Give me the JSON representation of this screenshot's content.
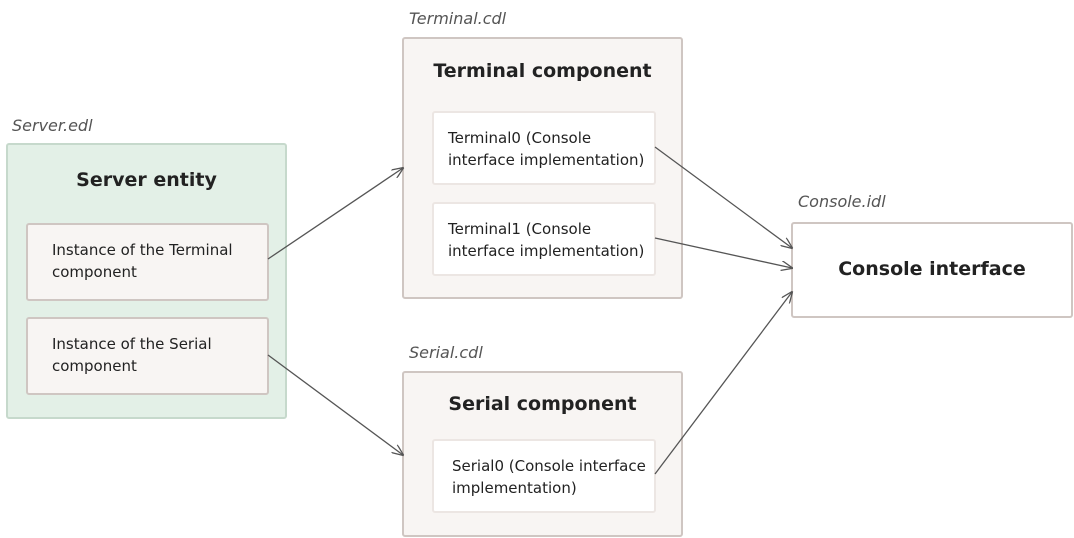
{
  "files": {
    "server": "Server.edl",
    "terminal": "Terminal.cdl",
    "serial": "Serial.cdl",
    "console": "Console.idl"
  },
  "server_entity": {
    "title": "Server entity",
    "instances": [
      "Instance of the Terminal component",
      "Instance of the Serial component"
    ]
  },
  "terminal_component": {
    "title": "Terminal component",
    "implementations": [
      "Terminal0 (Console interface implementation)",
      "Terminal1 (Console interface implementation)"
    ]
  },
  "serial_component": {
    "title": "Serial component",
    "implementations": [
      "Serial0 (Console interface implementation)"
    ]
  },
  "console_interface": {
    "title": "Console interface"
  },
  "colors": {
    "server_fill": "#e3f0e7",
    "component_fill": "#f8f5f3",
    "border": "#cfc6c2",
    "arrow": "#555555"
  }
}
